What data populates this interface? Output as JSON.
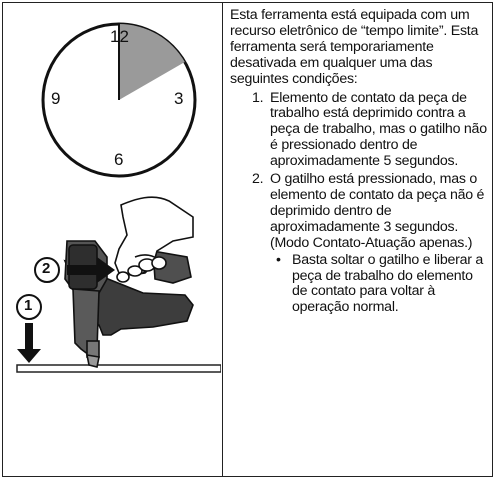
{
  "figure": {
    "clock_labels": [
      "12",
      "3",
      "6",
      "9"
    ],
    "callouts": [
      "1",
      "2"
    ]
  },
  "text": {
    "intro": "Esta ferramenta está equipada com um  recurso eletrônico de “tempo limite”. Esta ferramenta será temporariamente desativada em qualquer uma das seguintes condições:",
    "items": [
      {
        "num": "1.",
        "text": "Elemento de contato da peça de trabalho está deprimido contra a peça de trabalho, mas o gatilho não é pressionado dentro de aproximadamente 5 segundos."
      },
      {
        "num": "2.",
        "text": "O gatilho está pressionado, mas o elemento de contato da peça não é deprimido dentro de aproximadamente 3 segundos. (Modo Contato-Atuação apenas.)"
      }
    ],
    "bullet": {
      "symbol": "•",
      "text": "Basta soltar o gatilho e liberar a peça de trabalho do elemento de contato para voltar à operação normal."
    }
  }
}
